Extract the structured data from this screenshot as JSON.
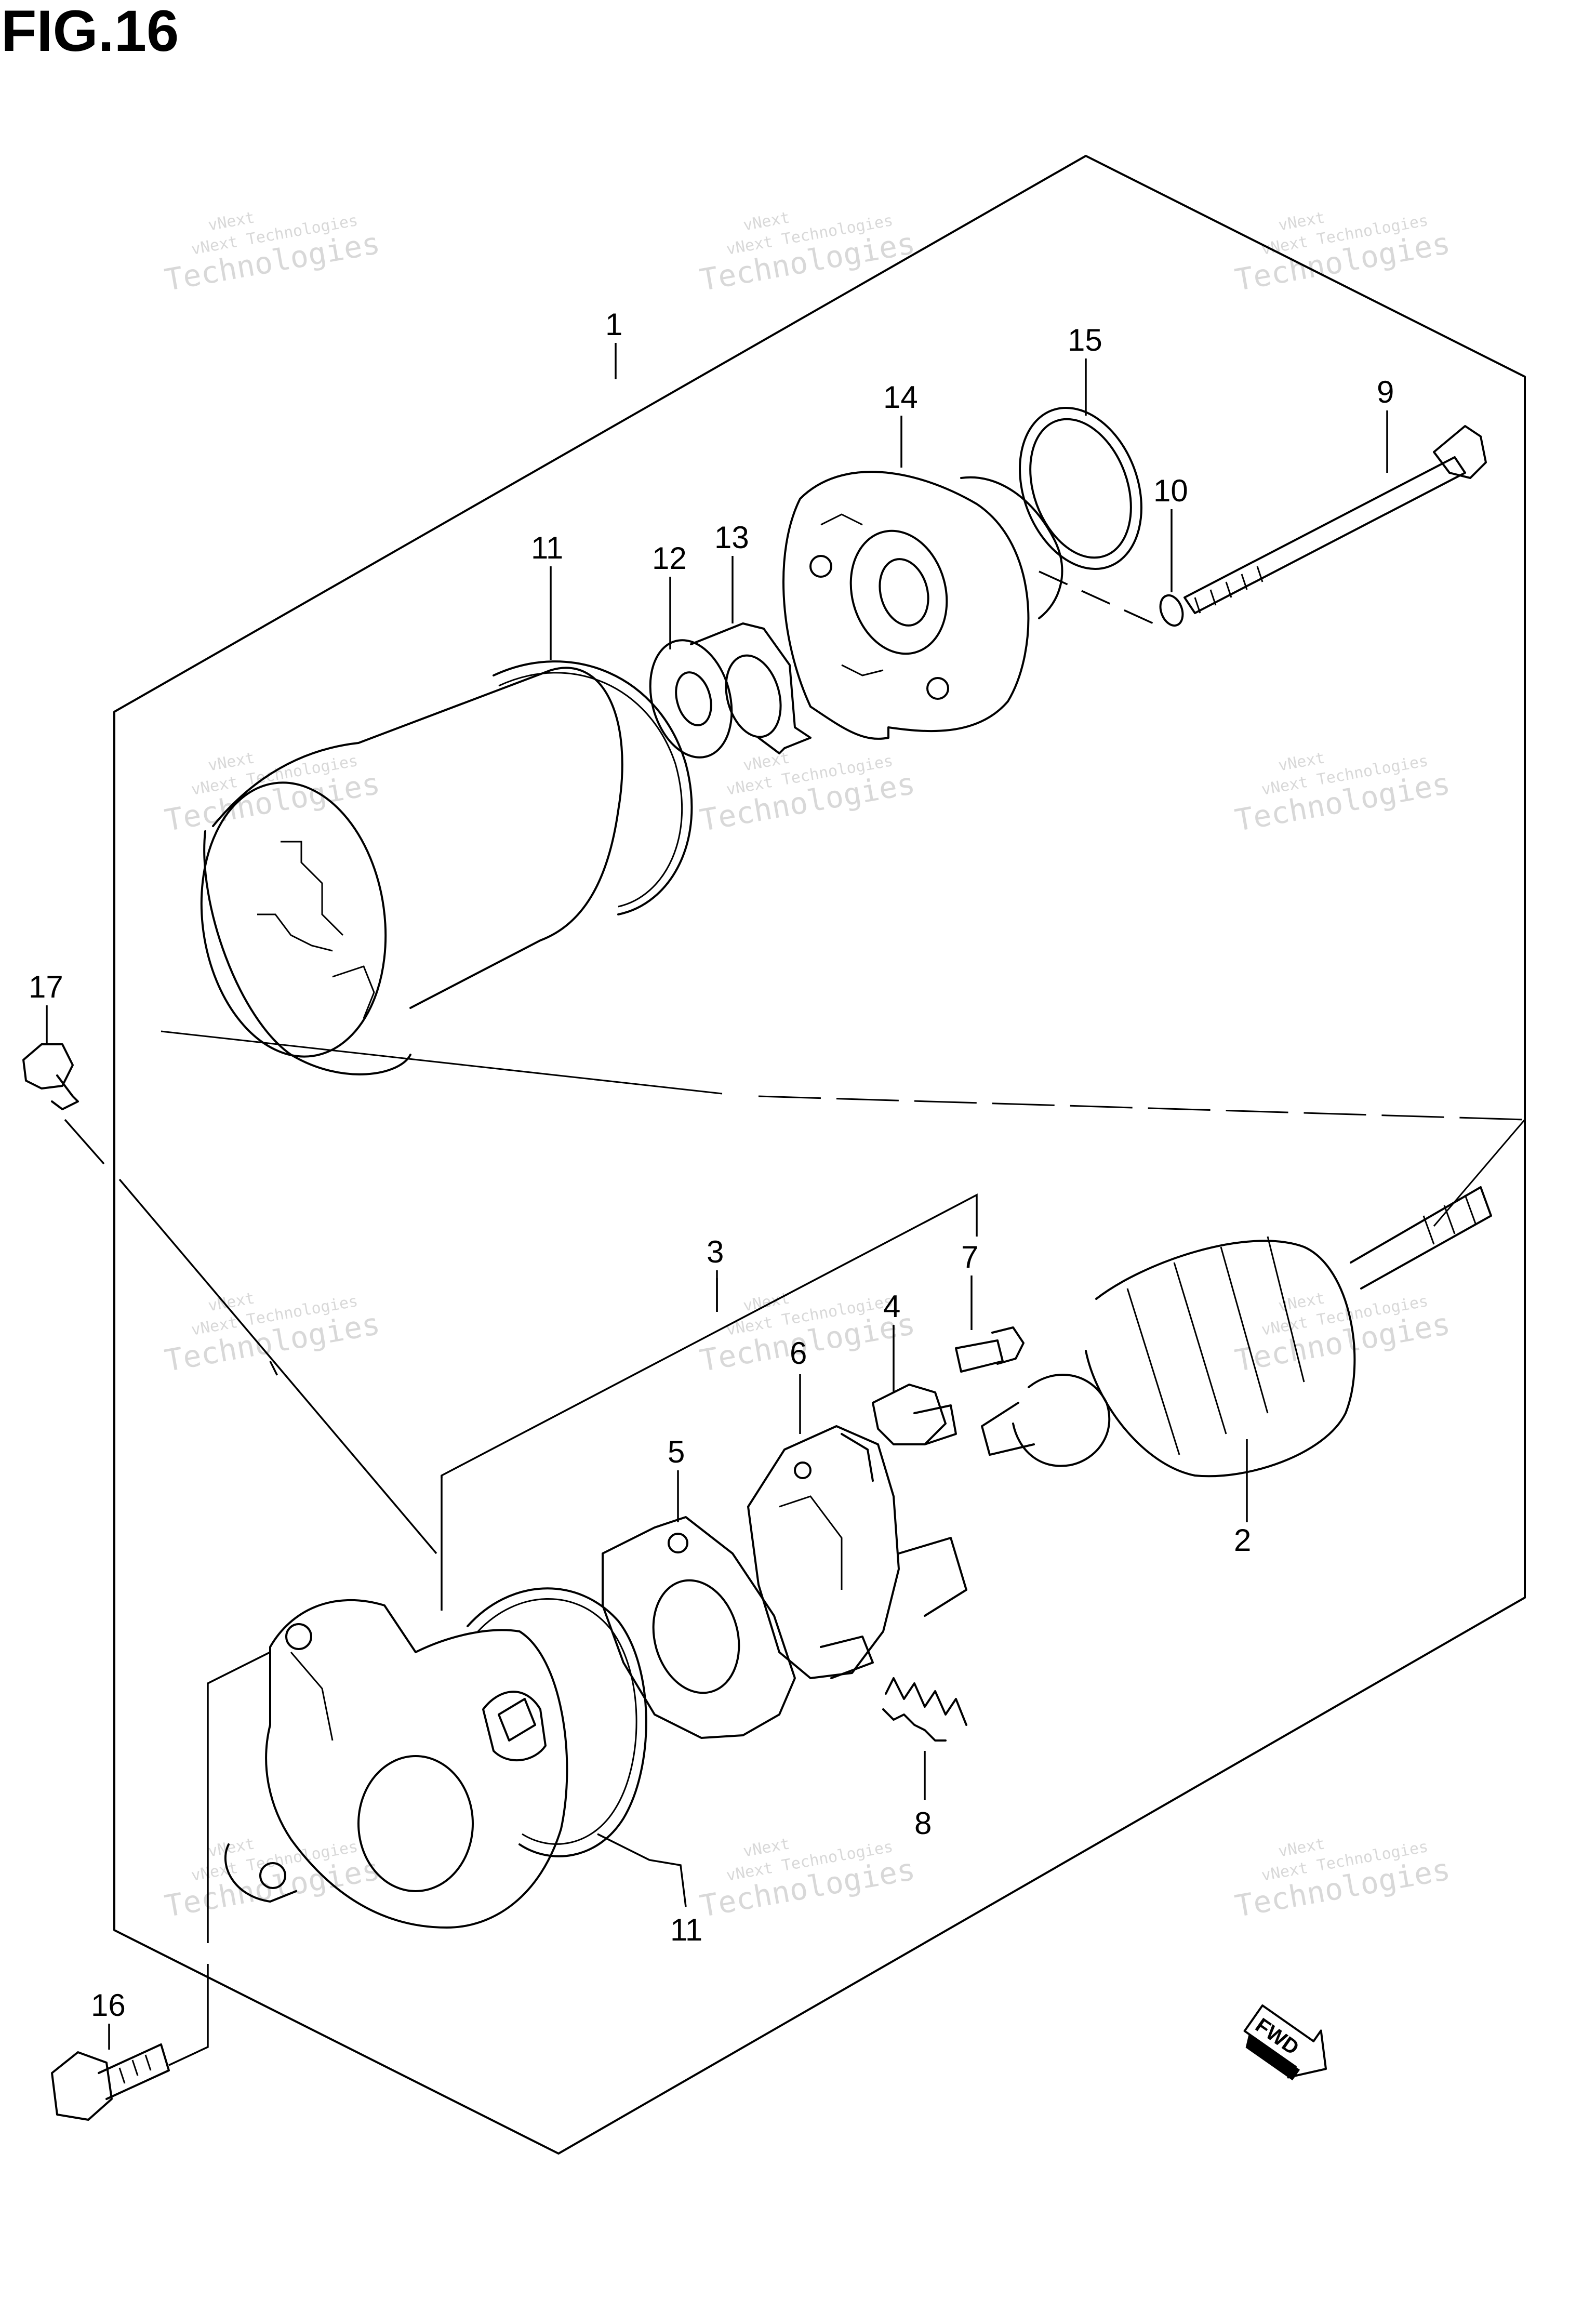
{
  "figure": {
    "title": "FIG.16"
  },
  "watermark": {
    "line1": "vNext Technologies",
    "line2": "Technologies",
    "line3": "vNext"
  },
  "callouts": {
    "p1": "1",
    "p2": "2",
    "p3": "3",
    "p4": "4",
    "p5": "5",
    "p6": "6",
    "p7": "7",
    "p8": "8",
    "p9": "9",
    "p10": "10",
    "p11a": "11",
    "p11b": "11",
    "p12": "12",
    "p13": "13",
    "p14": "14",
    "p15": "15",
    "p16": "16",
    "p17": "17"
  },
  "direction_badge": {
    "label": "FWD"
  },
  "colors": {
    "line": "#000000",
    "background": "#ffffff",
    "watermark": "#b9b9b9"
  }
}
